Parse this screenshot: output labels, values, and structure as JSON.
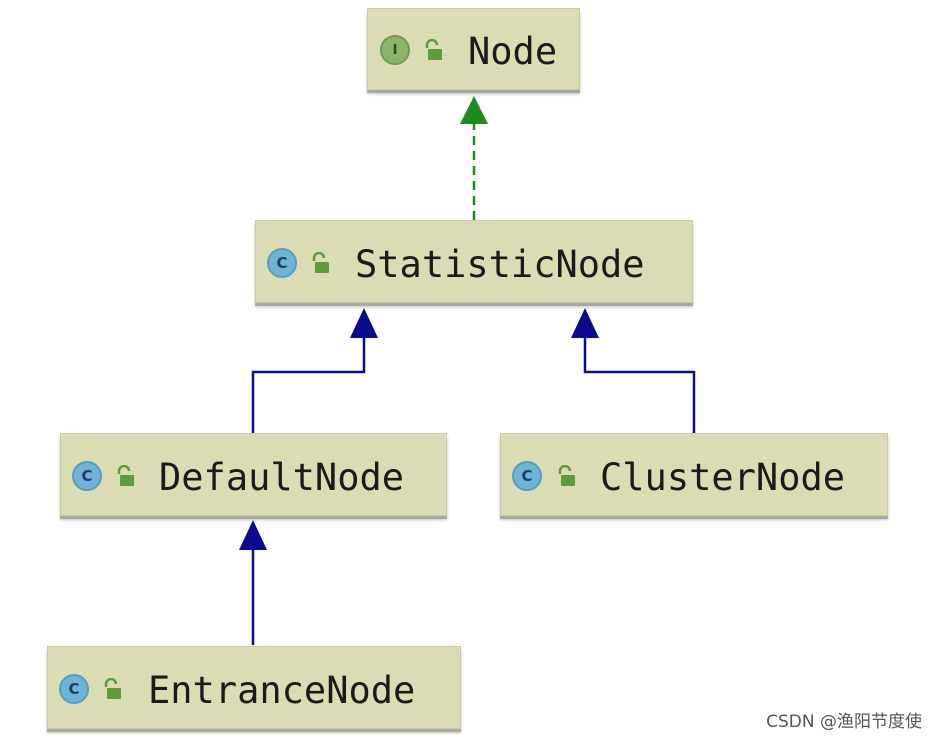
{
  "diagram": {
    "nodes": [
      {
        "id": "node",
        "label": "Node",
        "kind": "interface",
        "badge_letter": "I"
      },
      {
        "id": "statistic",
        "label": "StatisticNode",
        "kind": "class",
        "badge_letter": "C"
      },
      {
        "id": "default",
        "label": "DefaultNode",
        "kind": "class",
        "badge_letter": "C"
      },
      {
        "id": "cluster",
        "label": "ClusterNode",
        "kind": "class",
        "badge_letter": "C"
      },
      {
        "id": "entrance",
        "label": "EntranceNode",
        "kind": "class",
        "badge_letter": "C"
      }
    ],
    "edges": [
      {
        "from": "statistic",
        "to": "node",
        "type": "implements"
      },
      {
        "from": "default",
        "to": "statistic",
        "type": "extends"
      },
      {
        "from": "cluster",
        "to": "statistic",
        "type": "extends"
      },
      {
        "from": "entrance",
        "to": "default",
        "type": "extends"
      }
    ],
    "colors": {
      "box_fill": "#dcdcb4",
      "implements_arrow": "#1e8a1e",
      "extends_arrow": "#0a0a8c",
      "interface_badge": "#8ab56a",
      "class_badge": "#6fb3d6",
      "lock_icon": "#5e9a3e"
    }
  },
  "watermark": "CSDN @渔阳节度使"
}
